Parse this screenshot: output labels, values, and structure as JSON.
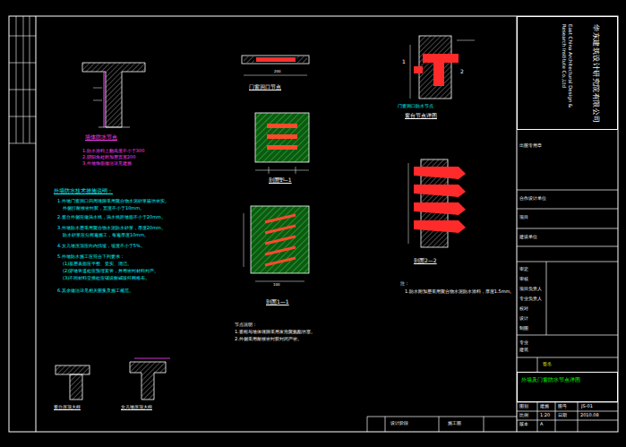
{
  "diagram": {
    "nodes": [
      {
        "text": [
          "华东建筑设计研究院有限公司",
          "East China Architectural Design & Research Institute Co.,Ltd"
        ]
      },
      {
        "text": [
          "外墙及门窗防水节点详图"
        ]
      }
    ],
    "labels": [
      "墙体防水节点",
      "1.防水涂料上翻高度不小于300",
      "2.阴阳角处附加层宽度200",
      "3.外墙饰面做法详见建施",
      "外墙防水技术措施说明：",
      "1.外墙门窗洞口四周缝隙采用聚合物水泥砂浆嵌填密实。",
      "外侧打耐候密封胶，宽度不小于10mm。",
      "2.窗台外侧应做滴水线，滴水线距墙面不小于20mm。",
      "3.外墙防水层采用聚合物水泥防水砂浆，厚度20mm。",
      "防水砂浆应分两遍施工，每遍厚度10mm。",
      "4.女儿墙压顶应向内找坡，坡度不小于5%。",
      "5.外墙防水施工应符合下列要求：",
      "(1)基层表面应平整、坚实、清洁。",
      "(2)穿墙管道处应预埋套管，并用密封材料封严。",
      "(3)不同材料交接处应铺设耐碱玻纤网格布。",
      "6.其余做法详见相关图集及施工规范。",
      "窗台压顶大样",
      "女儿墙压顶大样",
      "门窗洞口节点",
      "剖面1—1",
      "剖面1—1",
      "节点说明：",
      "1.窗框与墙体缝隙采用发泡聚氨酯填塞。",
      "2.外侧采用耐候密封胶封闭严密。",
      "门窗洞口防水节点",
      "窗台节点详图",
      "剖面2—2",
      "注：",
      "1.防水附加层采用聚合物水泥防水涂料，厚度1.5mm。",
      "1",
      "2",
      "200",
      "300",
      "100",
      "合作设计单位",
      "项目",
      "建设单位",
      "审定",
      "审核",
      "项目负责人",
      "专业负责人",
      "校对",
      "设计",
      "制图",
      "专业",
      "建筑",
      "签名",
      "图别",
      "建施",
      "图号",
      "JS-01",
      "比例",
      "1:20",
      "日期",
      "2010.08",
      "版本",
      "A",
      "设计阶段",
      "施工图",
      "出图专用章"
    ]
  }
}
